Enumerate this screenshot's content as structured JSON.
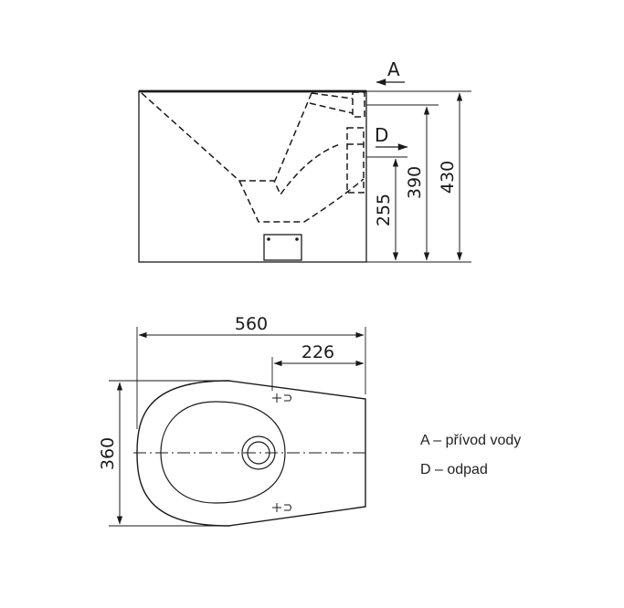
{
  "diagram": {
    "side_view": {
      "label_a": "A",
      "label_d": "D",
      "dim_height_total": "430",
      "dim_height_inlet": "390",
      "dim_height_outlet": "255"
    },
    "top_view": {
      "dim_width_total": "560",
      "dim_width_rear": "226",
      "dim_depth": "360"
    },
    "legend": [
      {
        "text": "A – přívod vody"
      },
      {
        "text": "D – odpad"
      }
    ],
    "colors": {
      "line": "#1a1a1a",
      "background": "#ffffff"
    }
  }
}
